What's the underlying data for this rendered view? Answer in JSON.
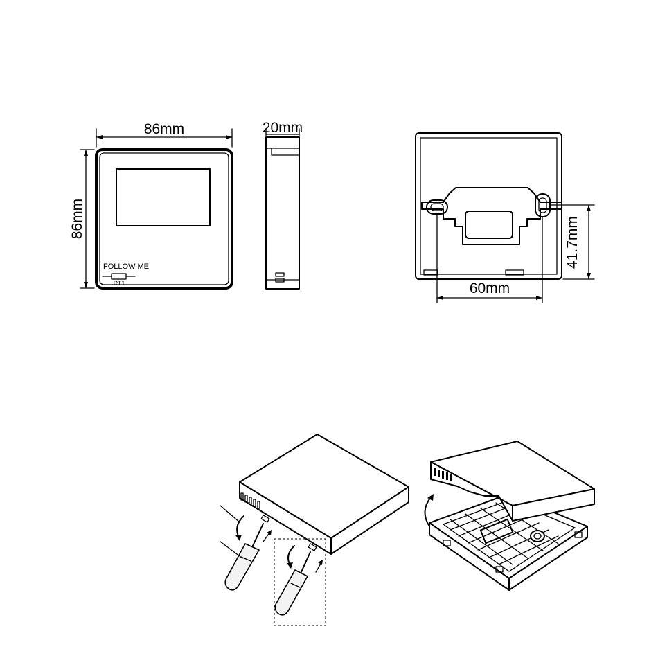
{
  "front_view": {
    "width_label": "86mm",
    "height_label": "86mm",
    "sensor_label": "FOLLOW ME",
    "sensor_code": "RT1"
  },
  "side_view": {
    "depth_label": "20mm"
  },
  "back_view": {
    "hole_spacing_label": "60mm",
    "hole_height_label": "41.7mm"
  },
  "colors": {
    "line": "#000000",
    "background": "#ffffff"
  }
}
